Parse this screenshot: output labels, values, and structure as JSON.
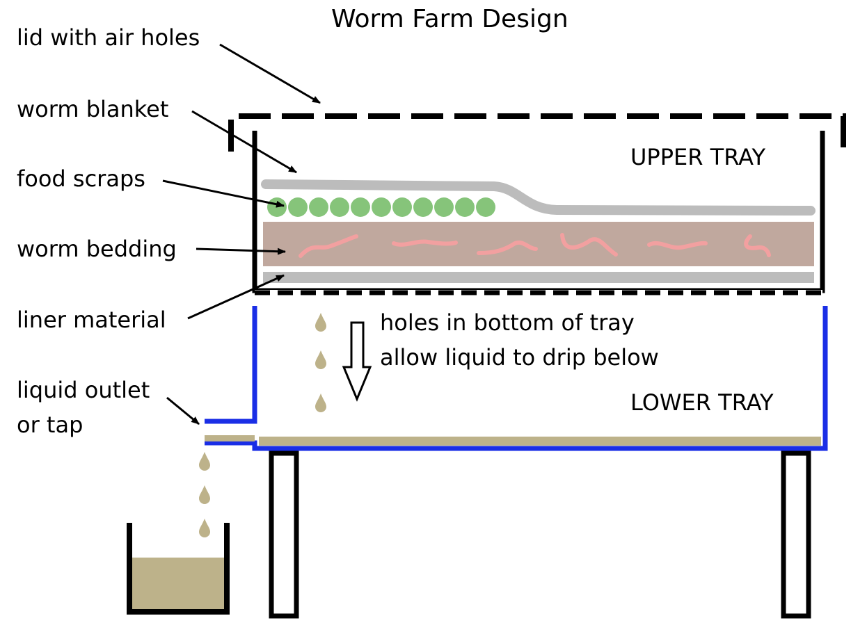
{
  "title": "Worm Farm Design",
  "labels": {
    "lid": "lid with air holes",
    "blanket": "worm blanket",
    "food": "food scraps",
    "bedding": "worm bedding",
    "liner": "liner material",
    "outlet_line1": "liquid outlet",
    "outlet_line2": "or tap"
  },
  "trays": {
    "upper": "UPPER TRAY",
    "lower": "LOWER TRAY"
  },
  "drip_note": {
    "line1": "holes in bottom of tray",
    "line2": "allow liquid to drip below"
  },
  "colors": {
    "outline": "#000000",
    "lower_tray": "#1a2ee6",
    "blanket": "#bcbcbc",
    "food": "#86c47a",
    "bedding": "#c0a89e",
    "worms": "#f2a0a0",
    "liquid": "#bdb28a"
  },
  "icons": [
    "down-arrow-icon",
    "liquid-drop-icon"
  ]
}
